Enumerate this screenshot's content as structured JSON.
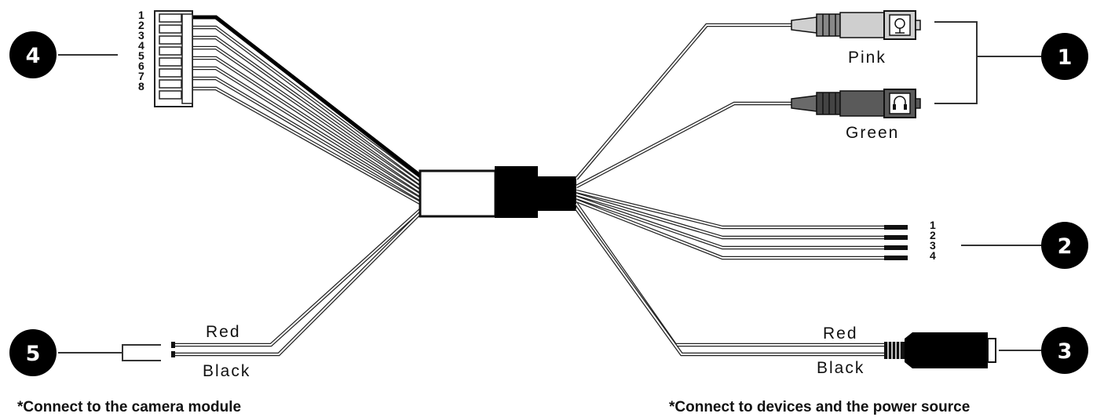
{
  "badges": [
    "1",
    "2",
    "3",
    "4",
    "5"
  ],
  "labels": {
    "pink": "Pink",
    "green": "Green",
    "red_left": "Red",
    "black_left": "Black",
    "red_right": "Red",
    "black_right": "Black"
  },
  "connector_pins": [
    "1",
    "2",
    "3",
    "4",
    "5",
    "6",
    "7",
    "8"
  ],
  "wire_pins": [
    "1",
    "2",
    "3",
    "4"
  ],
  "notes": {
    "left": "*Connect to the camera module",
    "right": "*Connect to devices and the power source"
  },
  "colors": {
    "pink_plug": "#cfcfcf",
    "green_plug": "#5a5a5a",
    "ink": "#111111"
  },
  "icons": [
    "microphone-icon",
    "headphone-icon"
  ]
}
